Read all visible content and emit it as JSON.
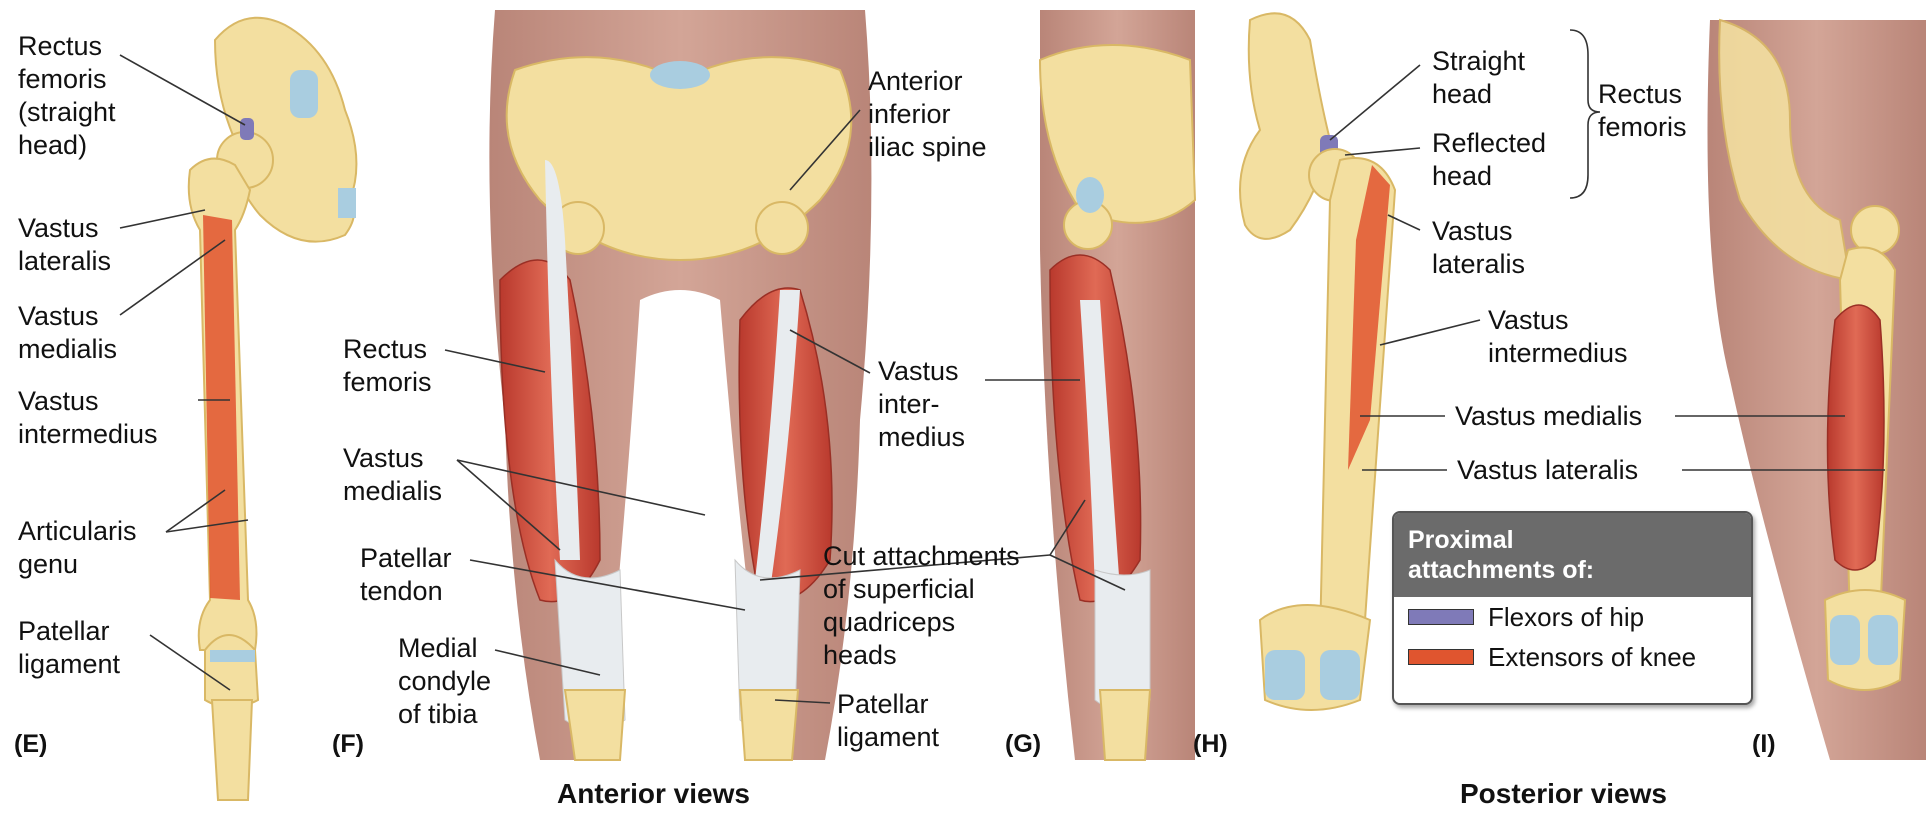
{
  "labels": {
    "e_rectus": "Rectus\nfemoris\n(straight\nhead)",
    "e_vl": "Vastus\nlateralis",
    "e_vm": "Vastus\nmedialis",
    "e_vi": "Vastus\nintermedius",
    "e_art": "Articularis\ngenu",
    "e_pat": "Patellar\nligament",
    "f_aiis": "Anterior\ninferior\niliac spine",
    "f_rectus": "Rectus\nfemoris",
    "f_vm": "Vastus\nmedialis",
    "f_pt": "Patellar\ntendon",
    "f_mc": "Medial\ncondyle\nof tibia",
    "f_vi": "Vastus\ninter-\nmedius",
    "f_cut": "Cut attachments\nof superficial\nquadriceps\nheads",
    "f_pl": "Patellar\nligament",
    "h_sh": "Straight\nhead",
    "h_rh": "Reflected\nhead",
    "h_rf": "Rectus\nfemoris",
    "h_vl": "Vastus\nlateralis",
    "h_vi": "Vastus\nintermedius",
    "h_vm": "Vastus medialis",
    "h_vl2": "Vastus lateralis"
  },
  "panels": [
    "(E)",
    "(F)",
    "(G)",
    "(H)",
    "(I)"
  ],
  "captions": {
    "anterior": "Anterior views",
    "posterior": "Posterior views"
  },
  "legend": {
    "title": "Proximal\nattachments of:",
    "items": [
      {
        "label": "Flexors of hip",
        "color": "#7f7ab8"
      },
      {
        "label": "Extensors of knee",
        "color": "#e0552f"
      }
    ]
  },
  "colors": {
    "bone": "#f3dfa0",
    "bone_edge": "#d9b865",
    "muscle": "#d44f3d",
    "skin": "#c48f82",
    "cartilage": "#a9cde0",
    "tendon": "#e8ecef"
  }
}
